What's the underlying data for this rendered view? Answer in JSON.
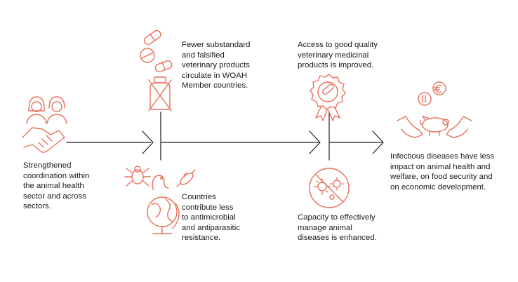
{
  "colors": {
    "icon_accent": "#e8705a",
    "text": "#1a1a1a",
    "line": "#1a1a1a",
    "background": "#ffffff"
  },
  "steps": [
    {
      "id": "coordination",
      "icon": "people-handshake-icon",
      "text": "Strengthened\ncoordination within\nthe animal health\nsector and across\nsectors."
    },
    {
      "id": "substandard",
      "icon": "pills-crossed-bottle-icon",
      "text": "Fewer substandard\nand falsified\nveterinary products\ncirculate in WOAH\nMember countries."
    },
    {
      "id": "resistance",
      "icon": "parasites-globe-icon",
      "text": "Countries\ncontribute less\nto antimicrobial\nand antiparasitic\nresistance."
    },
    {
      "id": "quality",
      "icon": "quality-medal-icon",
      "text": "Access to good quality\nveterinary medicinal\nproducts is improved."
    },
    {
      "id": "disease",
      "icon": "no-germs-icon",
      "text": "Capacity to effectively\nmanage animal\ndiseases is enhanced."
    },
    {
      "id": "impact",
      "icon": "hands-pig-coins-icon",
      "text": "Infectious diseases have less\nimpact on animal health and\nwelfare, on food security and\non economic development."
    }
  ]
}
